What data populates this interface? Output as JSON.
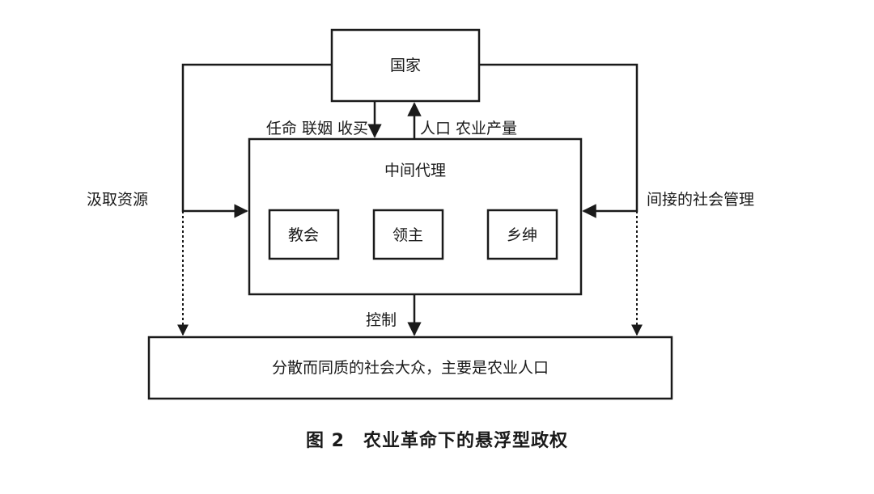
{
  "nodes": {
    "state": "国家",
    "intermediary": "中间代理",
    "church": "教会",
    "lord": "领主",
    "gentry": "乡绅",
    "masses": "分散而同质的社会大众，主要是农业人口"
  },
  "edges": {
    "down_label": "任命 联姻 收买",
    "up_label": "人口 农业产量",
    "left_label": "汲取资源",
    "right_label": "间接的社会管理",
    "control_label": "控制"
  },
  "caption": "图 2　农业革命下的悬浮型政权"
}
